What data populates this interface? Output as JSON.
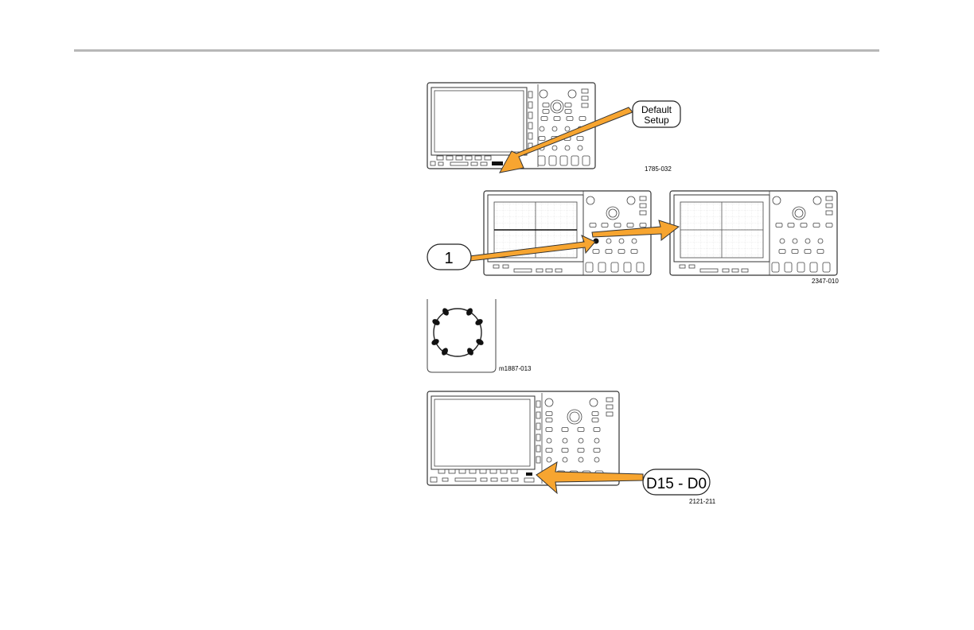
{
  "figures": {
    "default_setup": {
      "callout_line1": "Default",
      "callout_line2": "Setup",
      "figure_id": "1785-032"
    },
    "channel_one": {
      "callout": "1",
      "figure_id": "2347-010"
    },
    "knob": {
      "figure_id": "m1887-013"
    },
    "digital_channels": {
      "callout": "D15 - D0",
      "figure_id": "2121-211"
    }
  },
  "colors": {
    "arrow": "#f7a530",
    "arrow_outline": "#333333",
    "rule": "#b8b8b8"
  }
}
